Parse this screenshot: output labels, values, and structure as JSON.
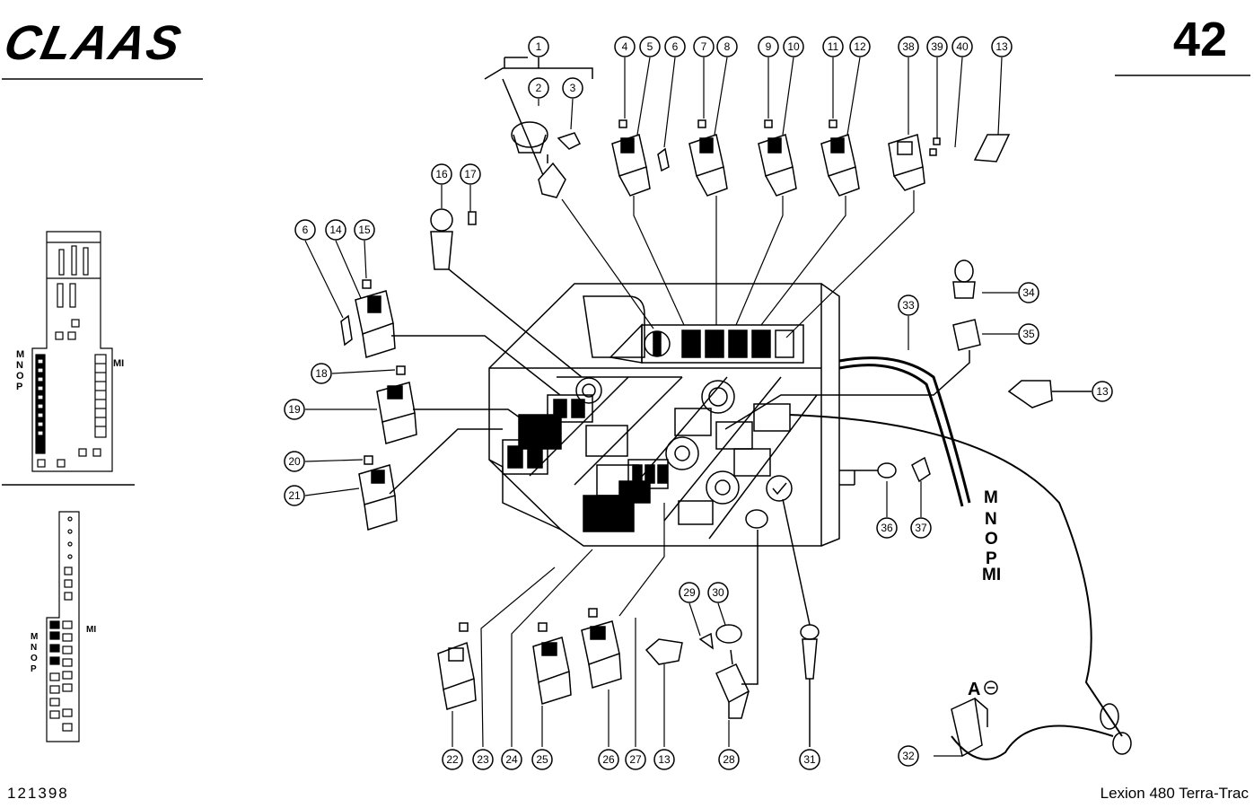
{
  "header": {
    "brand": "CLAAS",
    "page_number": "42"
  },
  "footer": {
    "document_number": "121398",
    "model": "Lexion 480 Terra-Trac"
  },
  "panel_letters": [
    "M",
    "N",
    "O",
    "P",
    "MI"
  ],
  "thumbnail_labels": {
    "top_letters": "MNOP",
    "bottom_letters": "MNOP",
    "mi": "MI"
  },
  "callouts": [
    "1",
    "2",
    "3",
    "4",
    "5",
    "6",
    "7",
    "8",
    "9",
    "10",
    "11",
    "12",
    "38",
    "39",
    "40",
    "13",
    "16",
    "17",
    "6",
    "14",
    "15",
    "18",
    "19",
    "20",
    "21",
    "34",
    "35",
    "33",
    "13",
    "36",
    "37",
    "22",
    "23",
    "24",
    "25",
    "26",
    "27",
    "13",
    "28",
    "29",
    "30",
    "31",
    "32"
  ],
  "detail_marker": "A"
}
